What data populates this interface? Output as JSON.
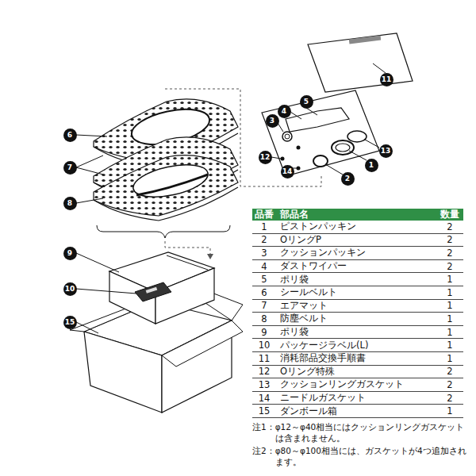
{
  "diagram": {
    "labels": [
      "11",
      "4",
      "5",
      "3",
      "6",
      "12",
      "1",
      "13",
      "2",
      "14",
      "7",
      "8",
      "9",
      "10",
      "15",
      "品番",
      "部品名",
      "数量",
      "1",
      "ピストンパッキン",
      "2",
      "2",
      "OリングP",
      "2",
      "3",
      "クッションパッキン",
      "2",
      "4",
      "ダストワイパー",
      "2",
      "5",
      "ポリ袋",
      "1",
      "6",
      "シールベルト",
      "1",
      "7",
      "エアマット",
      "1",
      "8",
      "防塵ベルト",
      "1",
      "9",
      "ポリ袋",
      "1",
      "10",
      "パッケージラベル(L)",
      "1",
      "11",
      "消耗部品交換手順書",
      "1",
      "12",
      "Oリング特殊",
      "2",
      "13",
      "クッションリングガスケット",
      "2",
      "14",
      "ニードルガスケット",
      "2",
      "15",
      "ダンボール箱",
      "1",
      "注1：",
      "φ12～φ40相当にはクッションリングガスケットは含まれません。",
      "注2：",
      "φ80～φ100相当には、ガスケットが4つ追加されます。"
    ]
  }
}
